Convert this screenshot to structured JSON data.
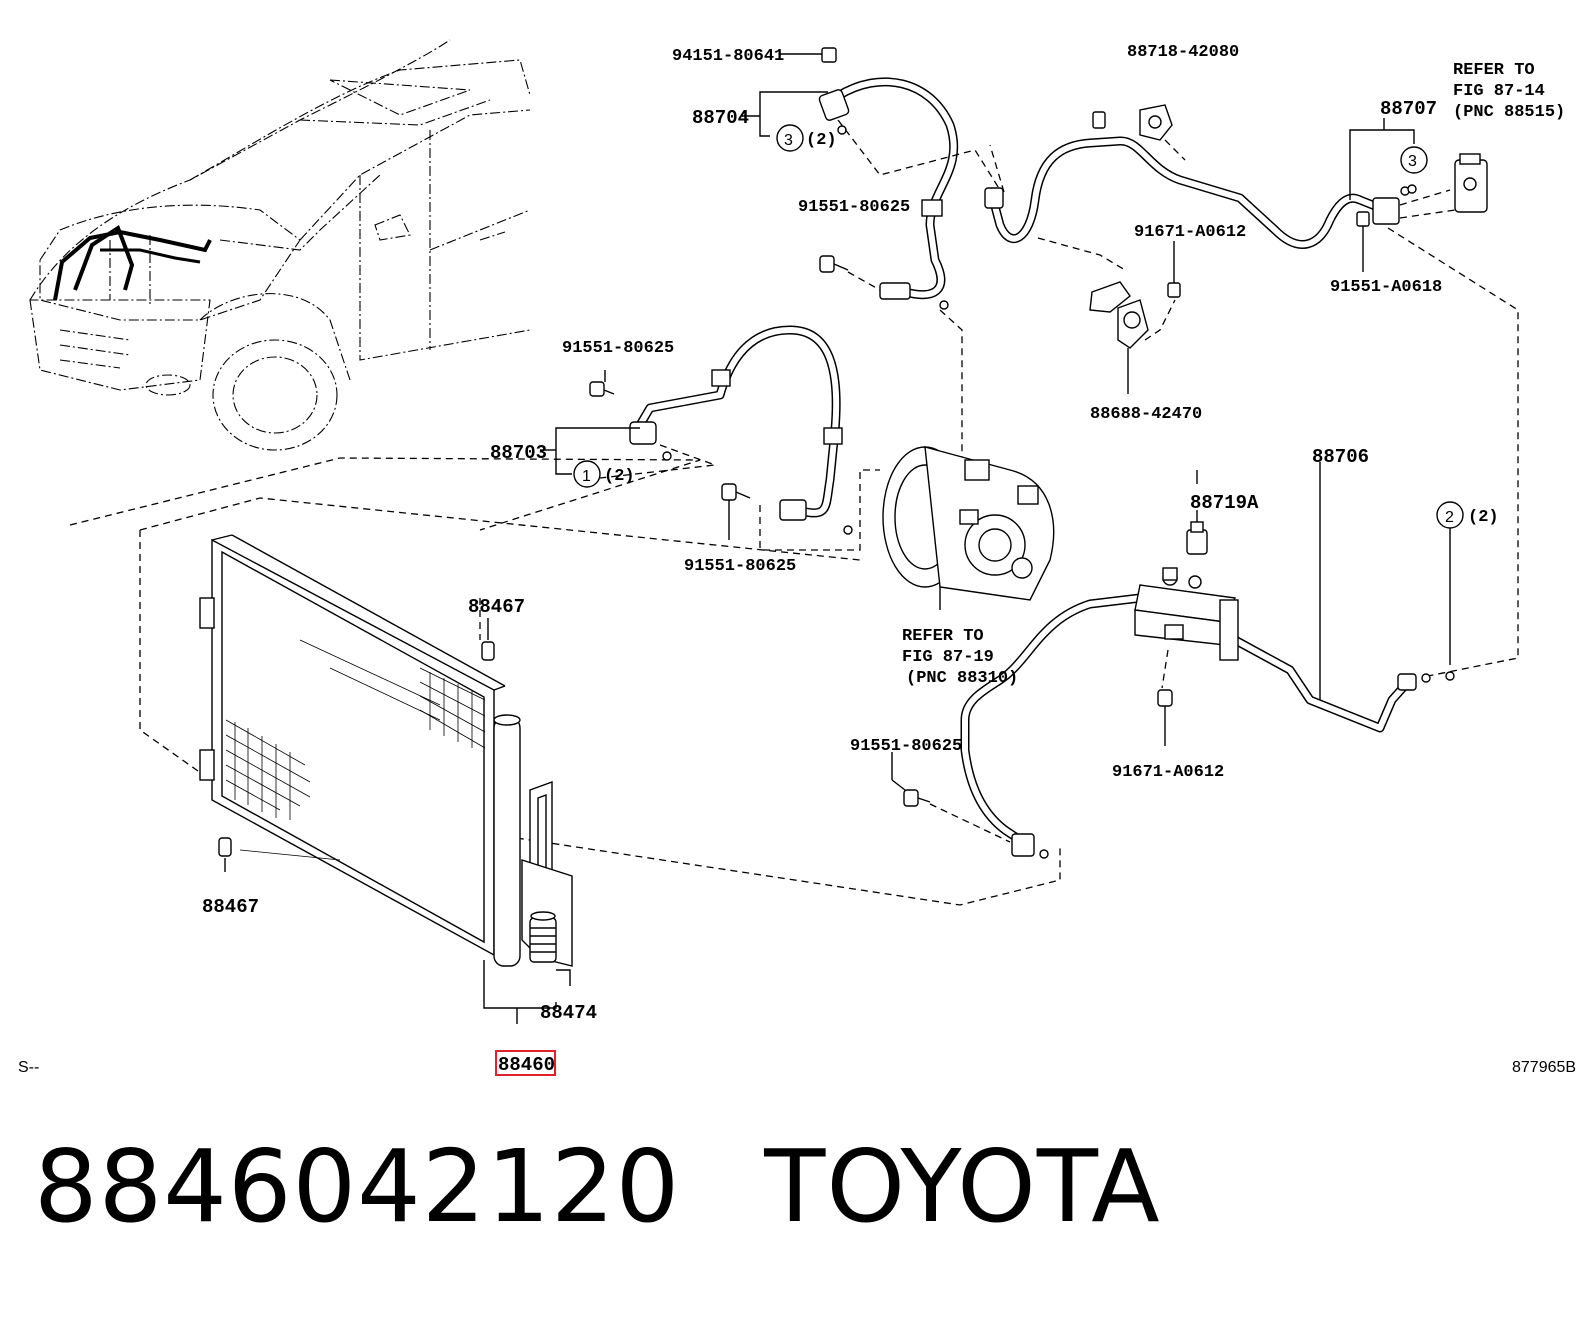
{
  "diagram": {
    "callouts": [
      "94151-80641",
      "88704",
      "88718-42080",
      "REFER TO",
      "FIG 87-14",
      "(PNC 88515)",
      "88707",
      "91551-80625",
      "91671-A0612",
      "91551-A0618",
      "88688-42470",
      "91551-80625",
      "88703",
      "88706",
      "88719A",
      "91551-80625",
      "REFER TO",
      "FIG 87-19",
      "(PNC 88310)",
      "88467",
      "91551-80625",
      "91671-A0612",
      "88467",
      "88474",
      "88460"
    ],
    "circled": [
      "3",
      "(2)",
      "3",
      "1",
      "(2)",
      "2",
      "(2)"
    ],
    "highlighted_part": "88460",
    "highlight_color": "#e0202a",
    "corner_left": "S--",
    "corner_right": "877965B"
  },
  "footer": {
    "part_number": "8846042120",
    "brand": "TOYOTA"
  }
}
